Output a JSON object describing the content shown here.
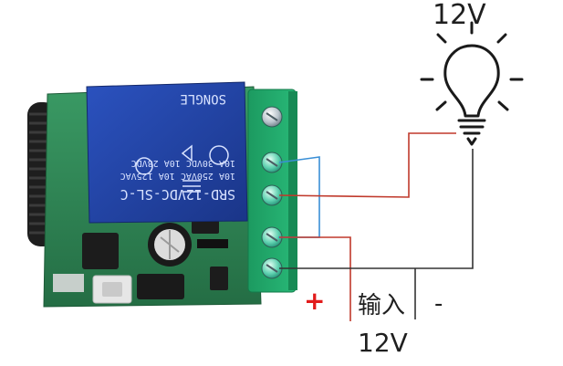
{
  "lamp": {
    "voltage_label": "12V"
  },
  "relay": {
    "model_text": "SRD-12VDC-SL-C",
    "rating_lines": [
      "10A 250VAC  10A 125VAC",
      "10A 30VDC  10A 28VDC"
    ],
    "brand_text": "SONGLE"
  },
  "input": {
    "plus_label": "+",
    "input_label": "输入",
    "minus_label": "-",
    "voltage_label": "12V"
  },
  "colors": {
    "board_green": "#2f8a57",
    "relay_blue": "#2446a8",
    "terminal_green": "#1fa36a",
    "wire_red": "#c0392b",
    "wire_blue": "#3a8fd6",
    "wire_black": "#333333"
  }
}
